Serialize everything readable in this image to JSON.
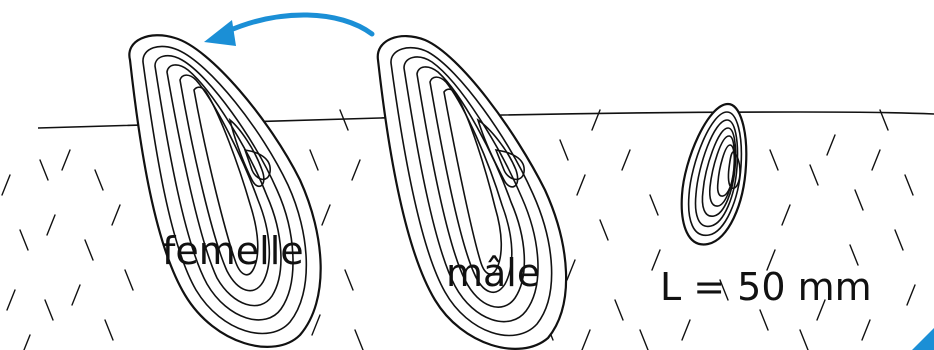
{
  "labels": {
    "female": "femelle",
    "male": "mâle",
    "length": "L = 50 mm"
  },
  "colors": {
    "arrow": "#1b8fd6",
    "ink": "#111111",
    "background": "#ffffff"
  },
  "icons": {
    "arrow": "curved-arrow-icon"
  }
}
